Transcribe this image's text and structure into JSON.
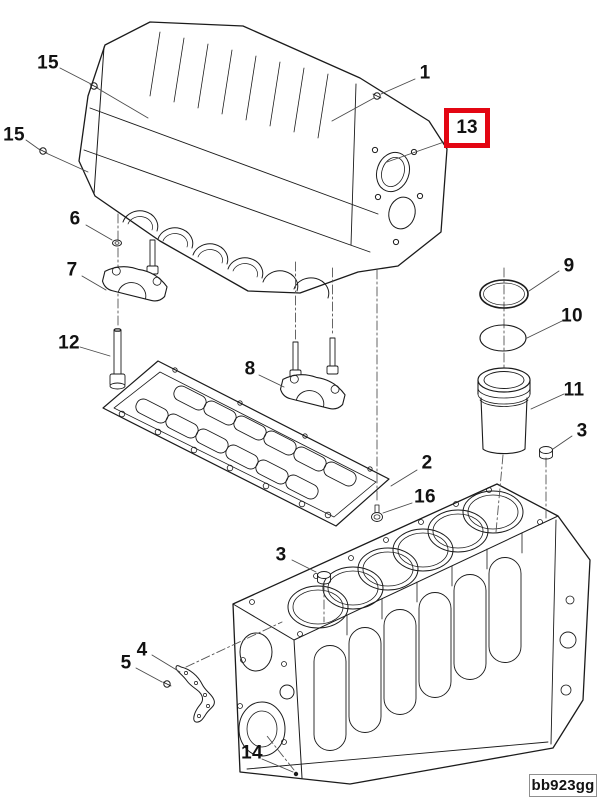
{
  "figure": {
    "code_label": "bb923gg",
    "highlight_color": "#e30613",
    "line_color": "#1b1b1b",
    "background_color": "#ffffff",
    "callouts": [
      {
        "id": "15-a",
        "label": "15",
        "highlighted": false
      },
      {
        "id": "15-b",
        "label": "15",
        "highlighted": false
      },
      {
        "id": "1",
        "label": "1",
        "highlighted": false
      },
      {
        "id": "13",
        "label": "13",
        "highlighted": true
      },
      {
        "id": "6",
        "label": "6",
        "highlighted": false
      },
      {
        "id": "7",
        "label": "7",
        "highlighted": false
      },
      {
        "id": "12",
        "label": "12",
        "highlighted": false
      },
      {
        "id": "8",
        "label": "8",
        "highlighted": false
      },
      {
        "id": "9",
        "label": "9",
        "highlighted": false
      },
      {
        "id": "10",
        "label": "10",
        "highlighted": false
      },
      {
        "id": "11",
        "label": "11",
        "highlighted": false
      },
      {
        "id": "3-a",
        "label": "3",
        "highlighted": false
      },
      {
        "id": "2",
        "label": "2",
        "highlighted": false
      },
      {
        "id": "16",
        "label": "16",
        "highlighted": false
      },
      {
        "id": "3-b",
        "label": "3",
        "highlighted": false
      },
      {
        "id": "4",
        "label": "4",
        "highlighted": false
      },
      {
        "id": "5",
        "label": "5",
        "highlighted": false
      },
      {
        "id": "14",
        "label": "14",
        "highlighted": false
      }
    ]
  }
}
